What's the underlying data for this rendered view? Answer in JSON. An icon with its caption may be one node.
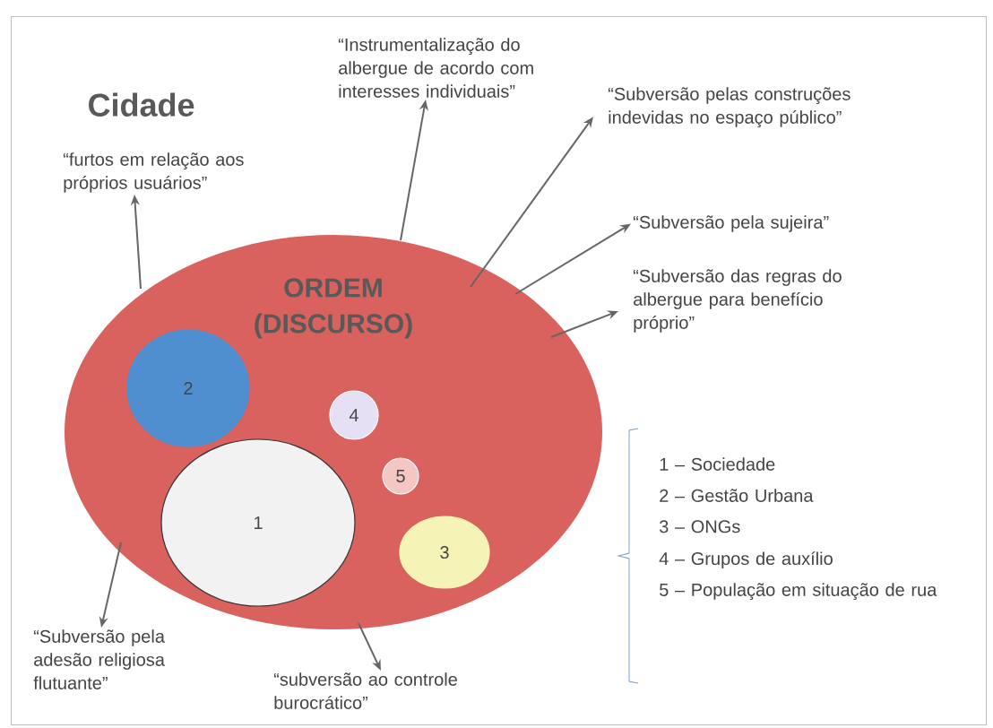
{
  "diagram": {
    "nodes": [
      {
        "text": [
          "Cidade"
        ]
      },
      {
        "text": [
          "ORDEM (DISCURSO)"
        ],
        "in": 0
      },
      {
        "text": [
          "2"
        ],
        "in": 1
      },
      {
        "text": [
          "4"
        ],
        "in": 1
      },
      {
        "text": [
          "5"
        ],
        "in": 1
      },
      {
        "text": [
          "1"
        ],
        "in": 1
      },
      {
        "text": [
          "3"
        ],
        "in": 1
      },
      {
        "text": [
          "“Instrumentalização do albergue de acordo com interesses individuais”"
        ],
        "in": 0
      },
      {
        "text": [
          "“furtos em relação aos próprios usuários”"
        ],
        "in": 0
      },
      {
        "text": [
          "“Subversão pelas construções indevidas no espaço público”"
        ],
        "in": 0
      },
      {
        "text": [
          "“Subversão pela sujeira”"
        ],
        "in": 0
      },
      {
        "text": [
          "“Subversão das regras do albergue para benefício próprio”"
        ],
        "in": 0
      },
      {
        "text": [
          "“Subversão pela adesão religiosa flutuante”"
        ],
        "in": 0
      },
      {
        "text": [
          "“subversão ao controle burocrático”"
        ],
        "in": 0
      }
    ],
    "edges": [
      {
        "from": 1,
        "to": 8,
        "arrow": "to"
      },
      {
        "from": 1,
        "to": 7,
        "arrow": "to"
      },
      {
        "from": 1,
        "to": 9,
        "arrow": "to"
      },
      {
        "from": 1,
        "to": 10,
        "arrow": "to"
      },
      {
        "from": 1,
        "to": 11,
        "arrow": "to"
      },
      {
        "from": 1,
        "to": 12,
        "arrow": "to"
      },
      {
        "from": 1,
        "to": 13,
        "arrow": "to"
      }
    ],
    "labels": [
      "1 – Sociedade",
      "2 – Gestão Urbana",
      "3 – ONGs",
      "4 – Grupos de auxílio",
      "5 – População em situação de rua"
    ]
  }
}
